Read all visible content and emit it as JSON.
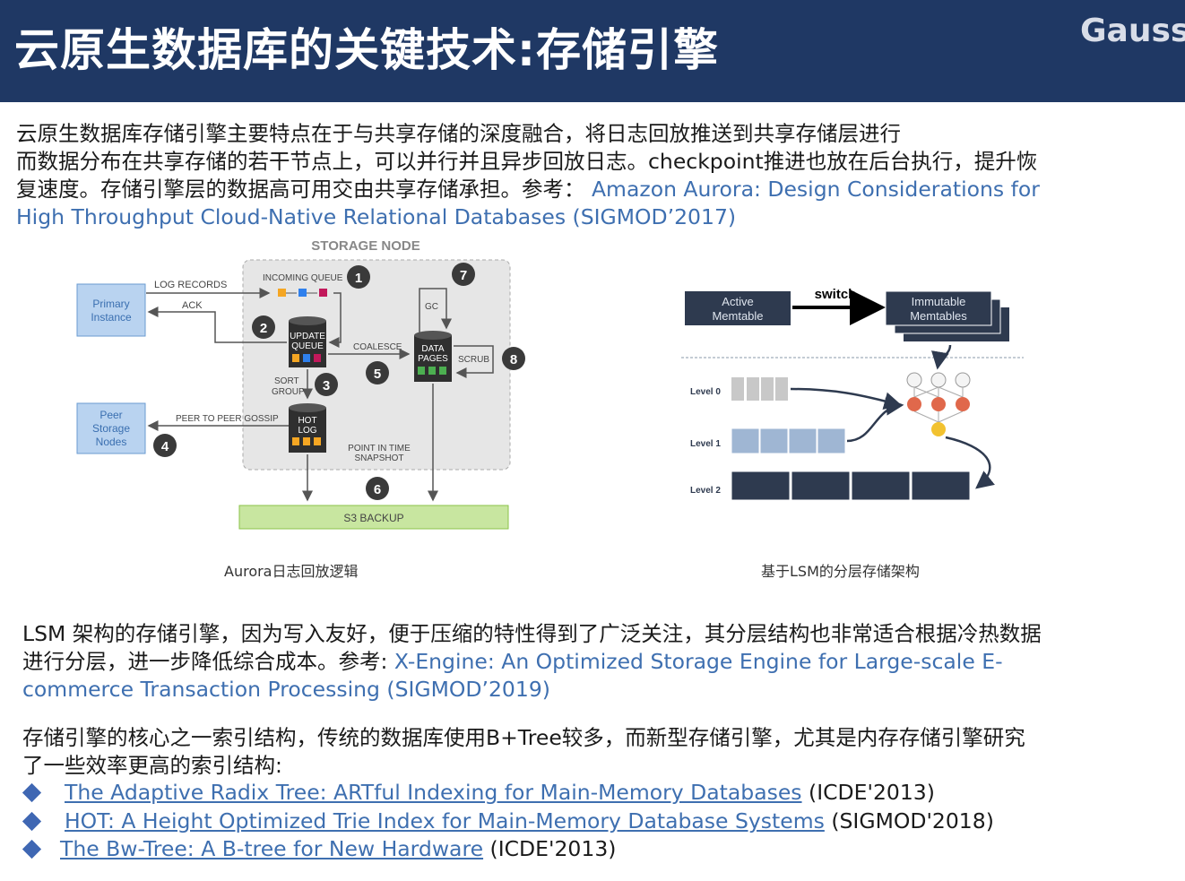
{
  "header": {
    "title": "云原生数据库的关键技术:存储引擎",
    "brand": "Gauss"
  },
  "intro": {
    "line1": "云原生数据库存储引擎主要特点在于与共享存储的深度融合，将日志回放推送到共享存储层进行",
    "line2": "而数据分布在共享存储的若干节点上，可以并行并且异步回放日志。checkpoint推进也放在后台执行，提升恢",
    "line3_text": "复速度。存储引擎层的数据高可用交由共享存储承担。参考：",
    "line3_link": "Amazon Aurora: Design Considerations for",
    "line4_link": "High Throughput Cloud-Native Relational Databases (SIGMOD’2017)"
  },
  "aurora_diagram": {
    "storage_node": "STORAGE NODE",
    "log_records": "LOG RECORDS",
    "ack": "ACK",
    "primary_1": "Primary",
    "primary_2": "Instance",
    "peer_1": "Peer",
    "peer_2": "Storage",
    "peer_3": "Nodes",
    "incoming_queue": "INCOMING QUEUE",
    "update_queue_1": "UPDATE",
    "update_queue_2": "QUEUE",
    "sort_group_1": "SORT",
    "sort_group_2": "GROUP",
    "coalesce": "COALESCE",
    "data_pages_1": "DATA",
    "data_pages_2": "PAGES",
    "gc": "GC",
    "scrub": "SCRUB",
    "hot_log_1": "HOT",
    "hot_log_2": "LOG",
    "peer_gossip": "PEER TO PEER GOSSIP",
    "pit_1": "POINT IN TIME",
    "pit_2": "SNAPSHOT",
    "s3_backup": "S3 BACKUP",
    "steps": [
      "1",
      "2",
      "3",
      "4",
      "5",
      "6",
      "7",
      "8"
    ],
    "caption": "Aurora日志回放逻辑"
  },
  "lsm_diagram": {
    "active_1": "Active",
    "active_2": "Memtable",
    "switch": "switch",
    "immutable_1": "Immutable",
    "immutable_2": "Memtables",
    "levels": [
      "Level 0",
      "Level 1",
      "Level 2"
    ],
    "caption": "基于LSM的分层存储架构"
  },
  "lsm_para": {
    "line1": "LSM 架构的存储引擎，因为写入友好，便于压缩的特性得到了广泛关注，其分层结构也非常适合根据冷热数据",
    "line2_text": "进行分层，进一步降低综合成本。参考:",
    "line2_link": "X-Engine: An Optimized Storage Engine for Large-scale E-",
    "line3_link": "commerce Transaction Processing (SIGMOD’2019)"
  },
  "index_para": {
    "line1": "存储引擎的核心之一索引结构，传统的数据库使用B+Tree较多，而新型存储引擎，尤其是内存存储引擎研究",
    "line2": "了一些效率更高的索引结构:"
  },
  "references": [
    {
      "link": "The Adaptive Radix Tree: ARTful Indexing for Main-Memory Databases",
      "venue": "(ICDE'2013)"
    },
    {
      "link": "HOT: A Height Optimized Trie Index for Main-Memory Database Systems",
      "venue": "(SIGMOD'2018)"
    },
    {
      "link": "The Bw-Tree: A B-tree for New Hardware",
      "venue": "(ICDE'2013)"
    }
  ],
  "colors": {
    "header_bg": "#1f3864",
    "link": "#3e6fb0",
    "bullet": "#3f67b3",
    "box_blue": "#b9d3f0",
    "backup_green": "#c8e6a0",
    "memtable_dark": "#2e3a4f"
  }
}
